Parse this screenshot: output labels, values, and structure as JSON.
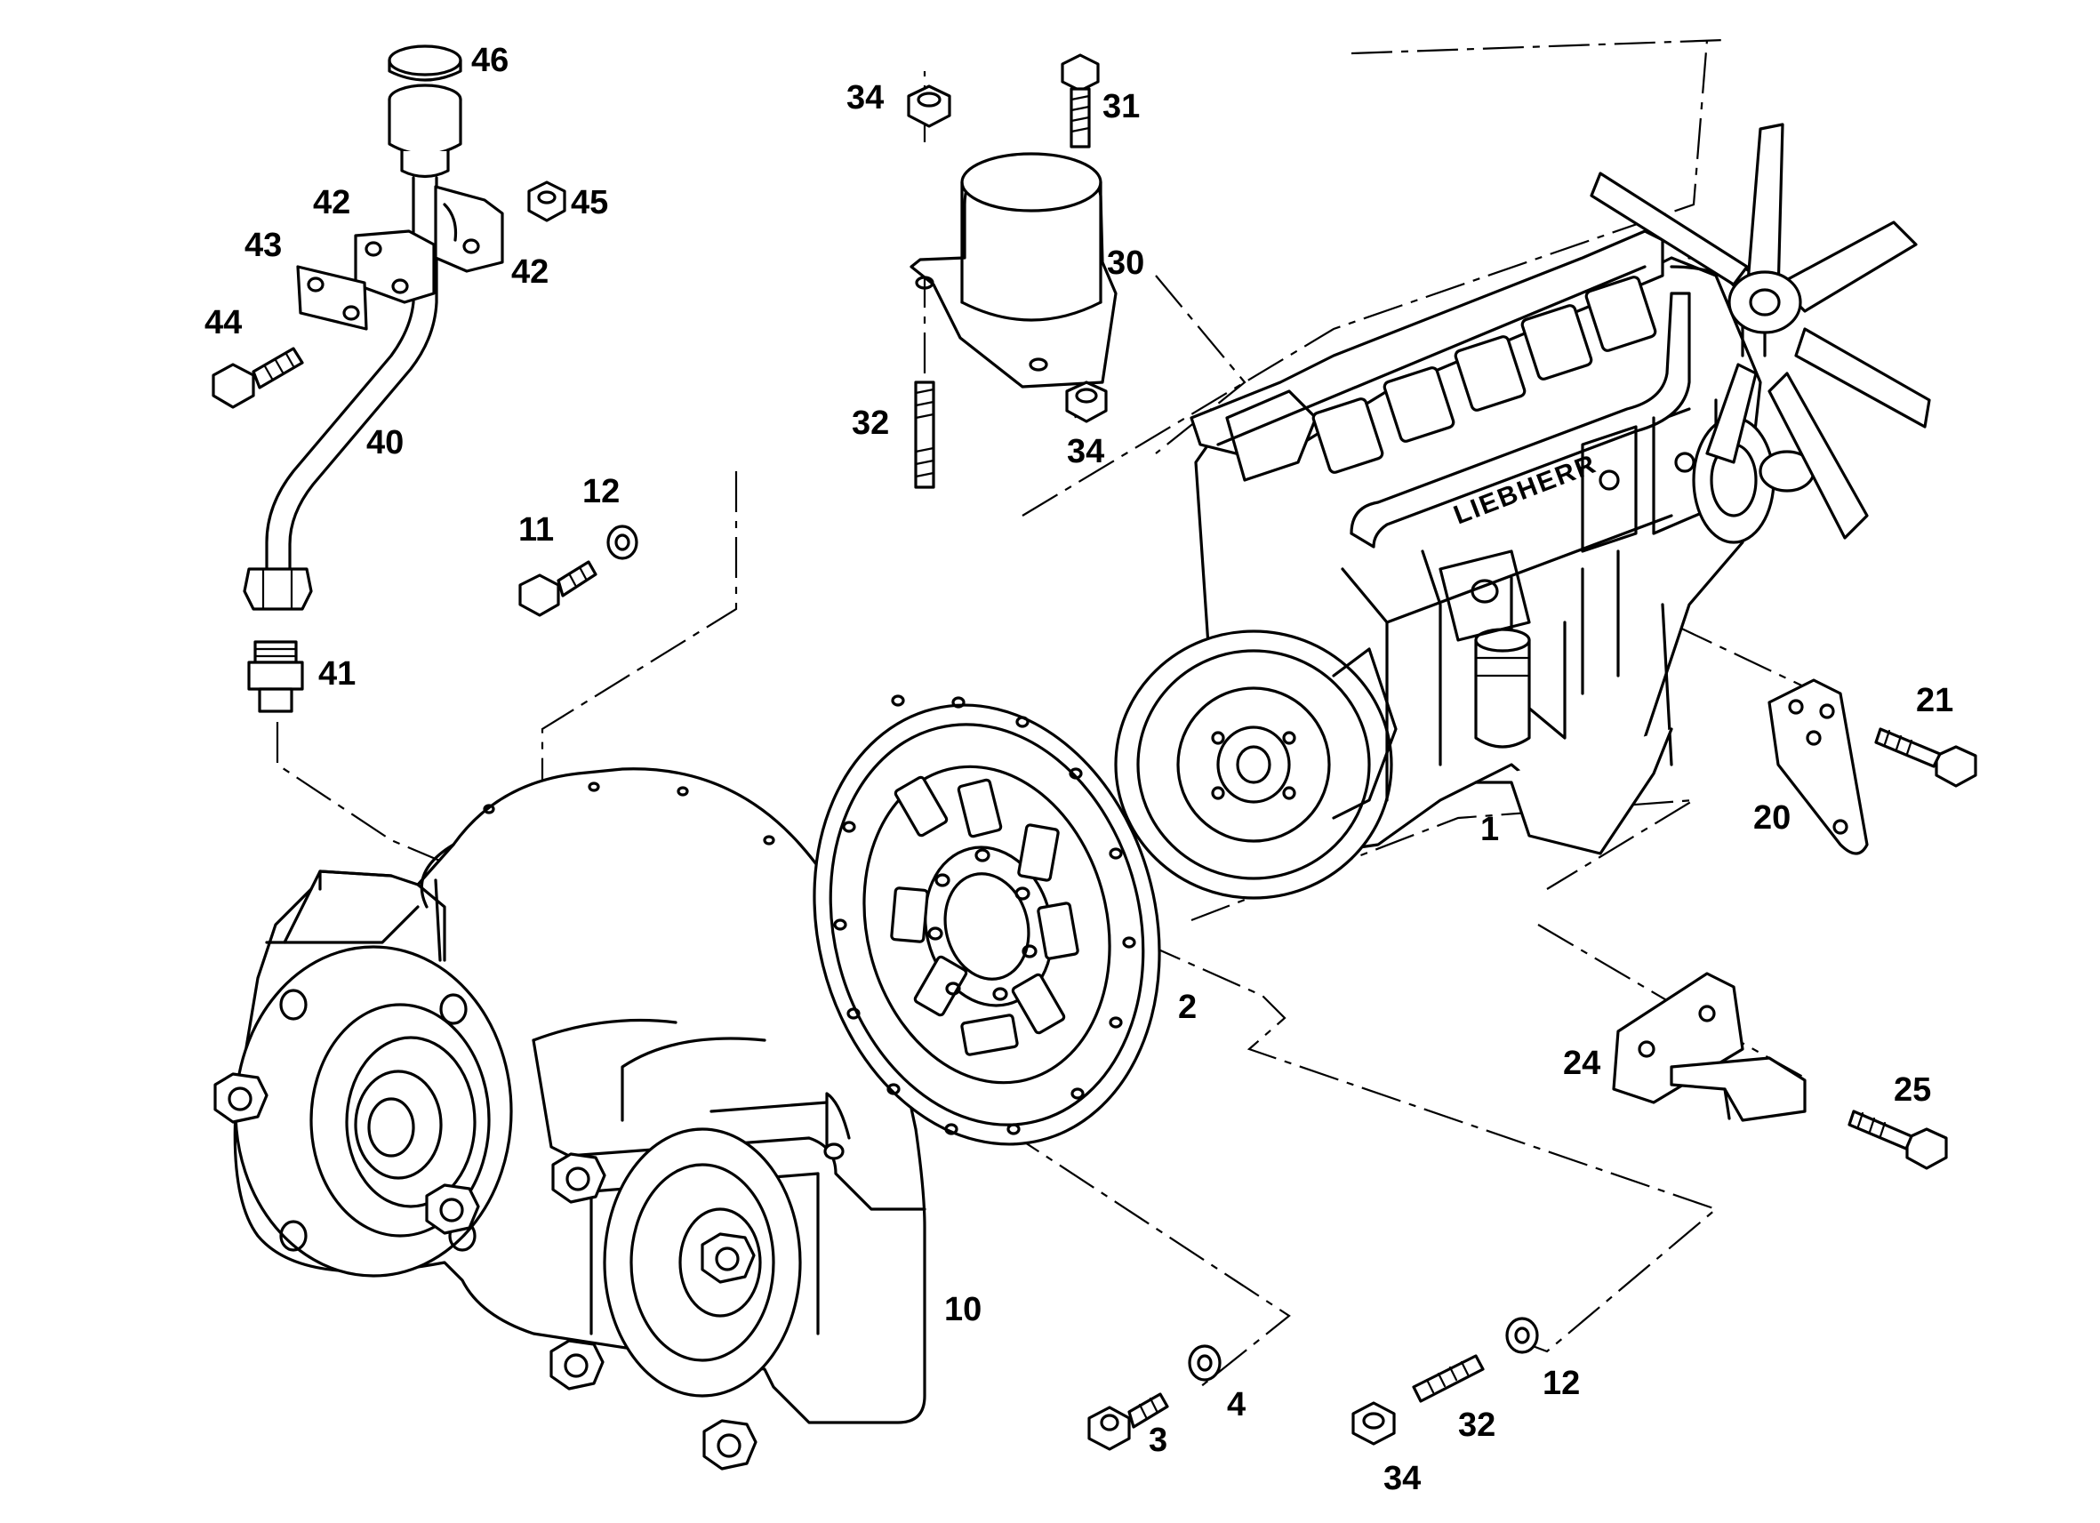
{
  "diagram": {
    "parts": [
      {
        "id": "p1",
        "number": "1"
      },
      {
        "id": "p2",
        "number": "2"
      },
      {
        "id": "p3",
        "number": "3"
      },
      {
        "id": "p4",
        "number": "4"
      },
      {
        "id": "p10",
        "number": "10"
      },
      {
        "id": "p11",
        "number": "11"
      },
      {
        "id": "p12a",
        "number": "12"
      },
      {
        "id": "p12b",
        "number": "12"
      },
      {
        "id": "p20",
        "number": "20"
      },
      {
        "id": "p21",
        "number": "21"
      },
      {
        "id": "p24",
        "number": "24"
      },
      {
        "id": "p25",
        "number": "25"
      },
      {
        "id": "p30",
        "number": "30"
      },
      {
        "id": "p31",
        "number": "31"
      },
      {
        "id": "p32a",
        "number": "32"
      },
      {
        "id": "p32b",
        "number": "32"
      },
      {
        "id": "p34a",
        "number": "34"
      },
      {
        "id": "p34b",
        "number": "34"
      },
      {
        "id": "p34c",
        "number": "34"
      },
      {
        "id": "p40",
        "number": "40"
      },
      {
        "id": "p41",
        "number": "41"
      },
      {
        "id": "p42a",
        "number": "42"
      },
      {
        "id": "p42b",
        "number": "42"
      },
      {
        "id": "p43",
        "number": "43"
      },
      {
        "id": "p44",
        "number": "44"
      },
      {
        "id": "p45",
        "number": "45"
      },
      {
        "id": "p46",
        "number": "46"
      }
    ],
    "engine_brand": "LIEBHERR"
  }
}
